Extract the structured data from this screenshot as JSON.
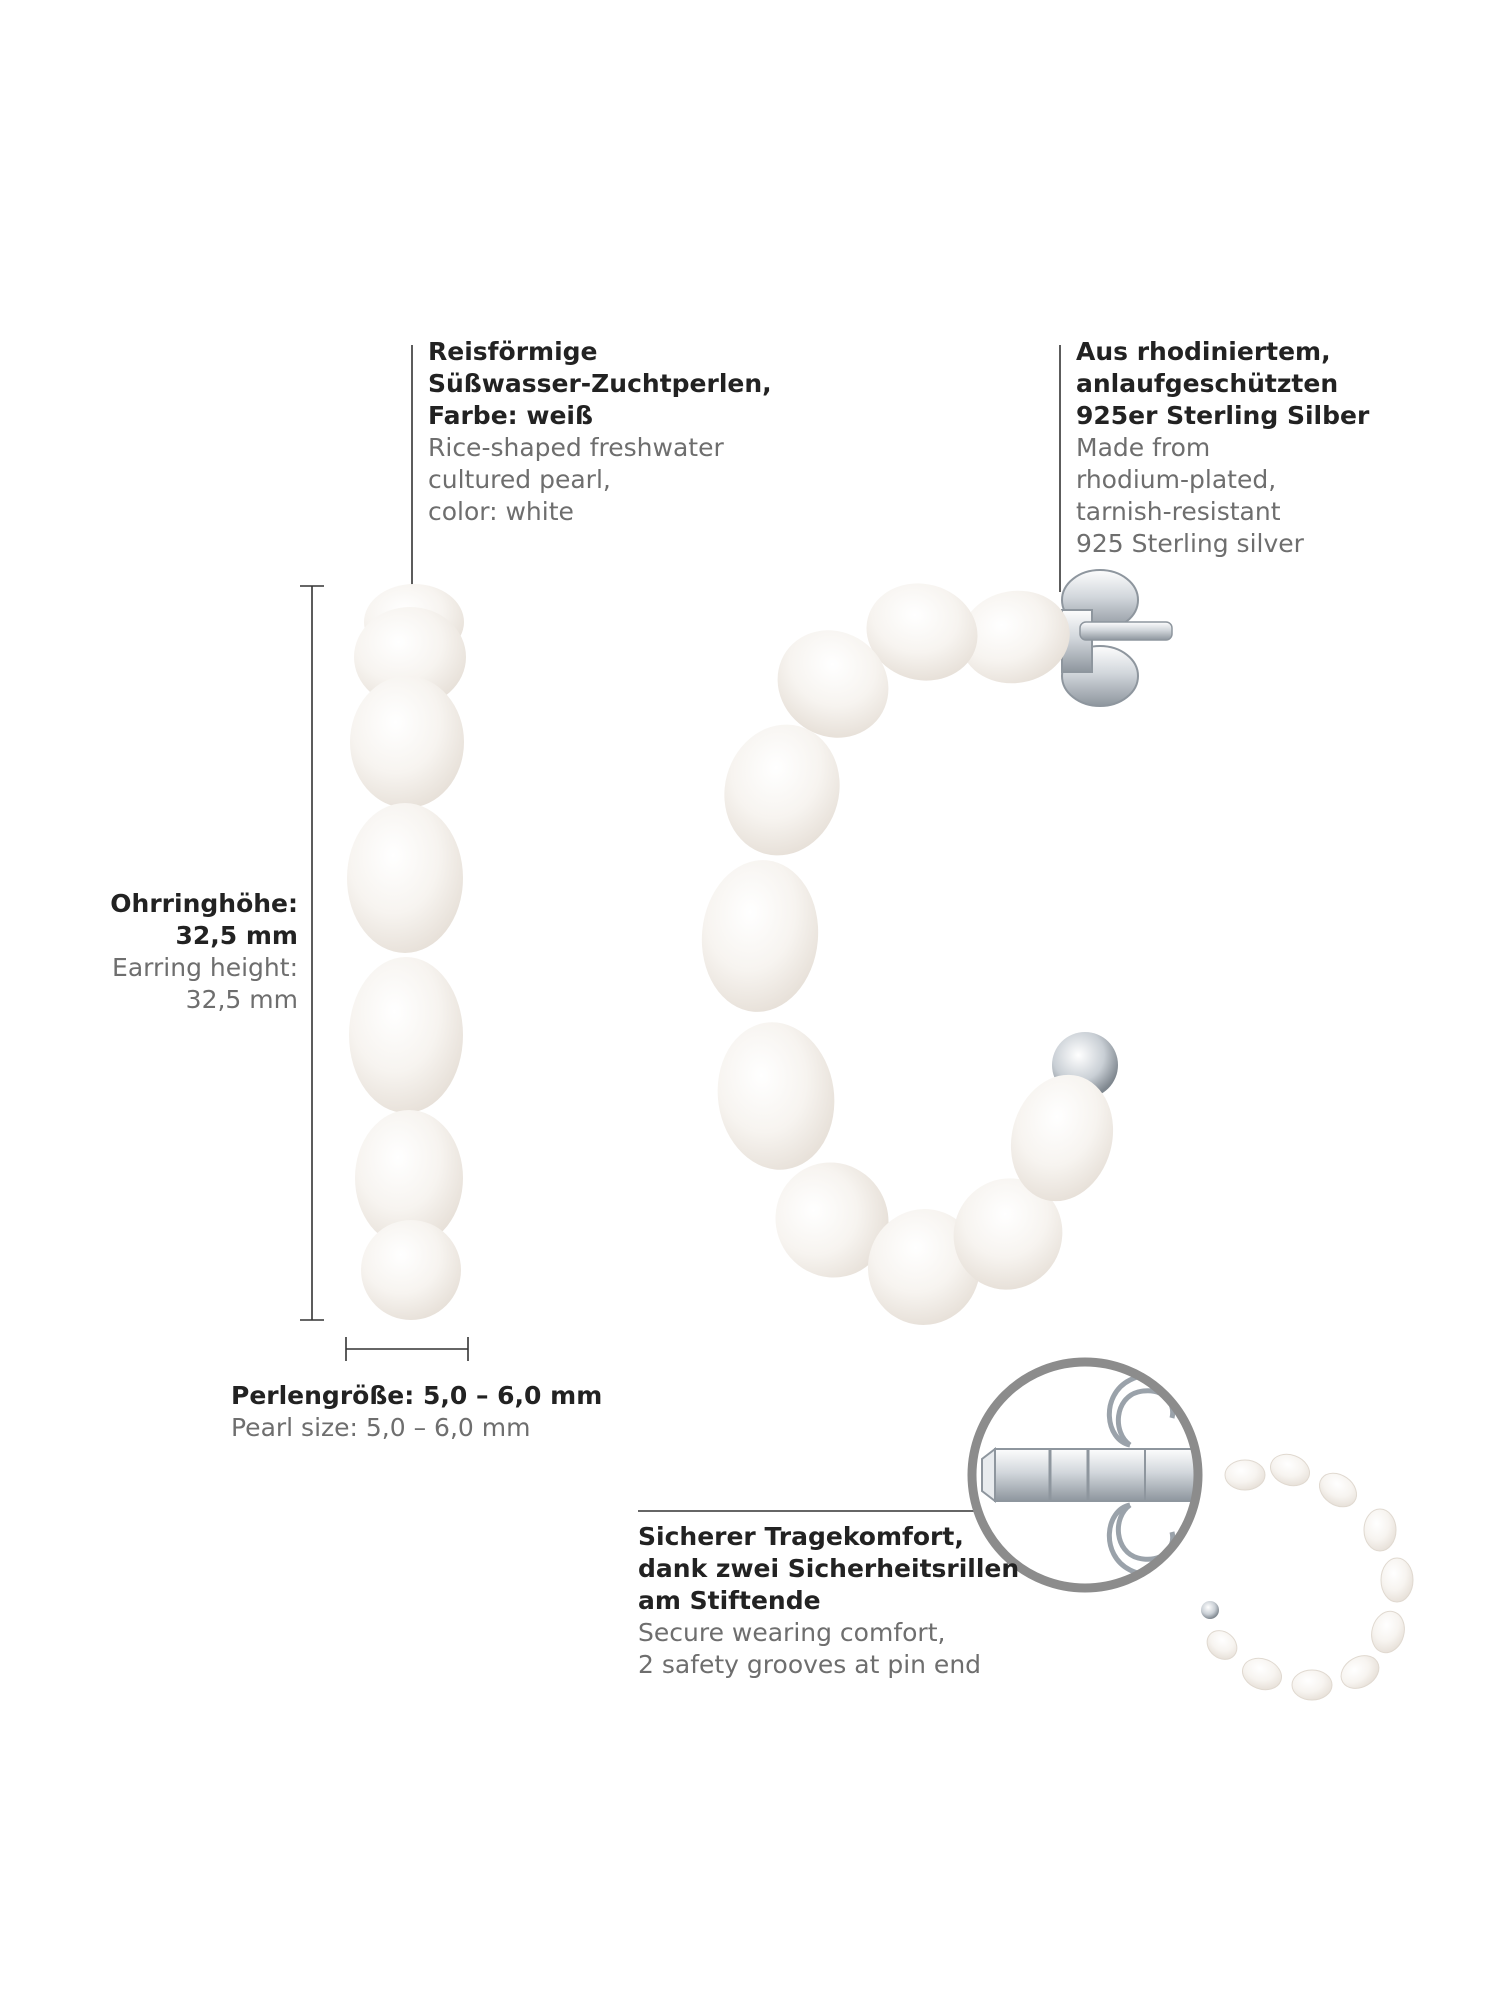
{
  "theme": {
    "pearl_light": "#ffffff",
    "pearl_shade": "#e9e3dc",
    "silver_light": "#f4f6f8",
    "silver_dark": "#8e969e",
    "line": "#333333",
    "text_de": "#222222",
    "text_en": "#6e6e6e"
  },
  "callouts": {
    "pearls": {
      "de": "Reisförmige\nSüßwasser-Zuchtperlen,\nFarbe: weiß",
      "en": "Rice-shaped freshwater\ncultured pearl,\ncolor: white"
    },
    "material": {
      "de": "Aus rhodiniertem,\nanlaufgeschützten\n925er Sterling Silber",
      "en": "Made from\nrhodium-plated,\ntarnish-resistant\n925 Sterling silver"
    },
    "height": {
      "de": "Ohrringhöhe:\n32,5 mm",
      "en": "Earring height:\n32,5 mm"
    },
    "pearl_size": {
      "de": "Perlengröße: 5,0 – 6,0 mm",
      "en": "Pearl size: 5,0 – 6,0 mm"
    },
    "comfort": {
      "de": "Sicherer Tragekomfort,\ndank zwei Sicherheitsrillen\nam Stiftende",
      "en": "Secure wearing comfort,\n2 safety grooves at pin end"
    }
  }
}
